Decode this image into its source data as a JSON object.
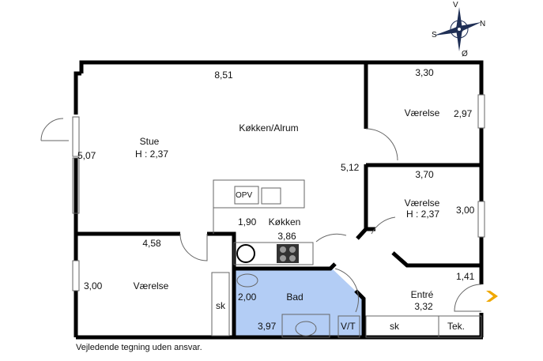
{
  "compass": {
    "north": "N",
    "south": "S",
    "east": "Ø",
    "west": "V"
  },
  "rooms": {
    "stue": {
      "name": "Stue",
      "height": "H : 2,37",
      "dim": "5,07"
    },
    "kokken_alrum": {
      "name": "Køkken/Alrum",
      "dim_top": "8,51",
      "dim_side": "5,12"
    },
    "vaerelse1": {
      "name": "Værelse",
      "dim_top": "3,30",
      "dim_side": "2,97"
    },
    "vaerelse2": {
      "name": "Værelse",
      "height": "H : 2,37",
      "dim_top": "3,70",
      "dim_side": "3,00"
    },
    "vaerelse3": {
      "name": "Værelse",
      "dim_top": "4,58",
      "dim_side": "3,00"
    },
    "kokken": {
      "name": "Køkken",
      "dim1": "1,90",
      "dim2": "3,86"
    },
    "bad": {
      "name": "Bad",
      "dim1": "2,00",
      "dim2": "3,97"
    },
    "entre": {
      "name": "Entré",
      "dim1": "1,41",
      "dim2": "3,32"
    }
  },
  "fixtures": {
    "opv": "OPV",
    "sk1": "sk",
    "sk2": "sk",
    "vt": "V/T",
    "tek": "Tek."
  },
  "colors": {
    "bath": "#b3cdf5",
    "entry_arrow": "#f0a800"
  },
  "disclaimer": "Vejledende tegning uden ansvar."
}
